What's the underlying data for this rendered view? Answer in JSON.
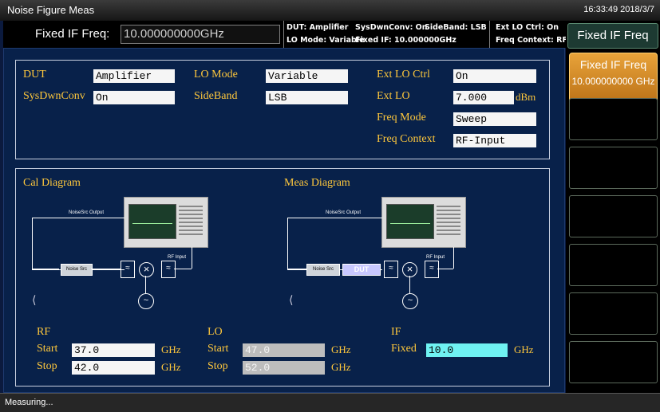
{
  "window": {
    "title": "Noise Figure Meas",
    "clock": "16:33:49  2018/3/7"
  },
  "header": {
    "fixed_if_label": "Fixed IF Freq:",
    "fixed_if_value": "10.000000000GHz",
    "status": {
      "dut": "DUT:  Amplifier",
      "sysdwnconv": "SysDwnConv:  On",
      "sideband": "SideBand:  LSB",
      "ext_lo_ctrl": "Ext LO Ctrl:  On",
      "lo_mode": "LO Mode:  Variable",
      "fixed_if": "Fixed IF:  10.000000GHz",
      "freq_context": "Freq Context:  RF"
    }
  },
  "settings": {
    "dut": {
      "label": "DUT",
      "value": "Amplifier"
    },
    "sysdwnconv": {
      "label": "SysDwnConv",
      "value": "On"
    },
    "lo_mode": {
      "label": "LO Mode",
      "value": "Variable"
    },
    "sideband": {
      "label": "SideBand",
      "value": "LSB"
    },
    "ext_lo_ctrl": {
      "label": "Ext LO Ctrl",
      "value": "On"
    },
    "ext_lo": {
      "label": "Ext LO",
      "value": "7.000",
      "unit": "dBm"
    },
    "freq_mode": {
      "label": "Freq Mode",
      "value": "Sweep"
    },
    "freq_context": {
      "label": "Freq Context",
      "value": "RF-Input"
    }
  },
  "diagrams": {
    "cal_title": "Cal Diagram",
    "meas_title": "Meas Diagram",
    "noise_src_output": "NoiseSrc  Output",
    "noise_src": "Noise Src",
    "rf_input": "RF Input",
    "dut": "DUT"
  },
  "freq": {
    "rf": {
      "title": "RF",
      "start_label": "Start",
      "start": "37.0",
      "stop_label": "Stop",
      "stop": "42.0",
      "unit": "GHz"
    },
    "lo": {
      "title": "LO",
      "start_label": "Start",
      "start": "47.0",
      "stop_label": "Stop",
      "stop": "52.0",
      "unit": "GHz"
    },
    "if": {
      "title": "IF",
      "fixed_label": "Fixed",
      "fixed": "10.0",
      "unit": "GHz"
    }
  },
  "softkeys": {
    "header": "Fixed IF Freq",
    "active_label": "Fixed IF Freq",
    "active_value": "10.000000000 GHz"
  },
  "status_bar": {
    "message": "Measuring..."
  }
}
